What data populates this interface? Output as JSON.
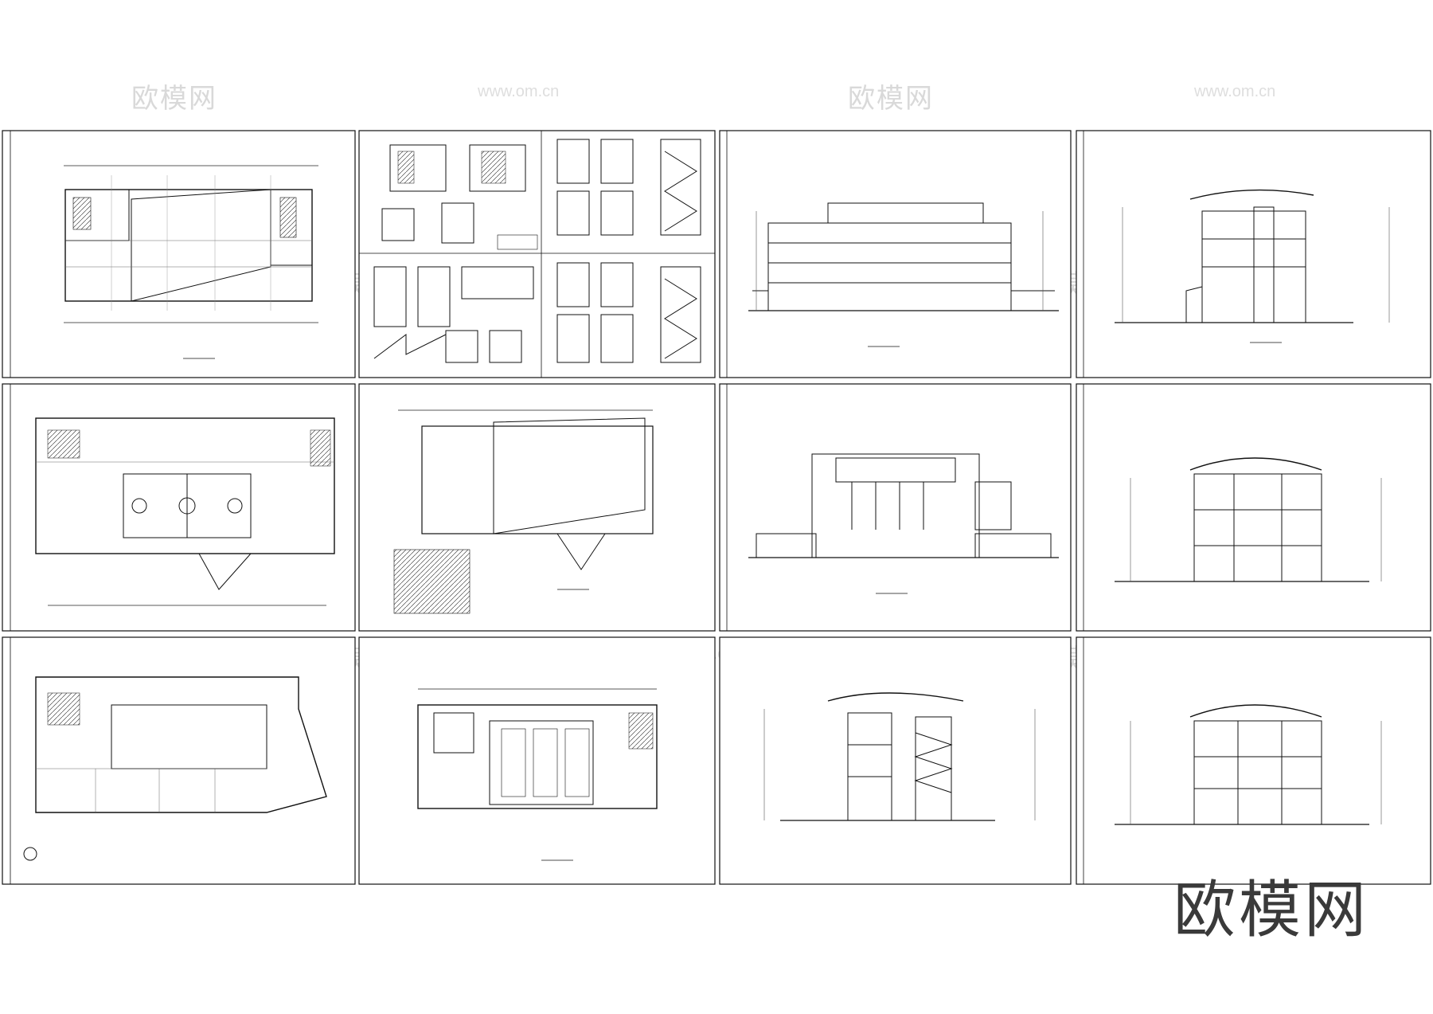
{
  "watermarks": {
    "brand": "欧模网",
    "url": "www.om.cn"
  },
  "logo": {
    "text": "欧模网"
  }
}
